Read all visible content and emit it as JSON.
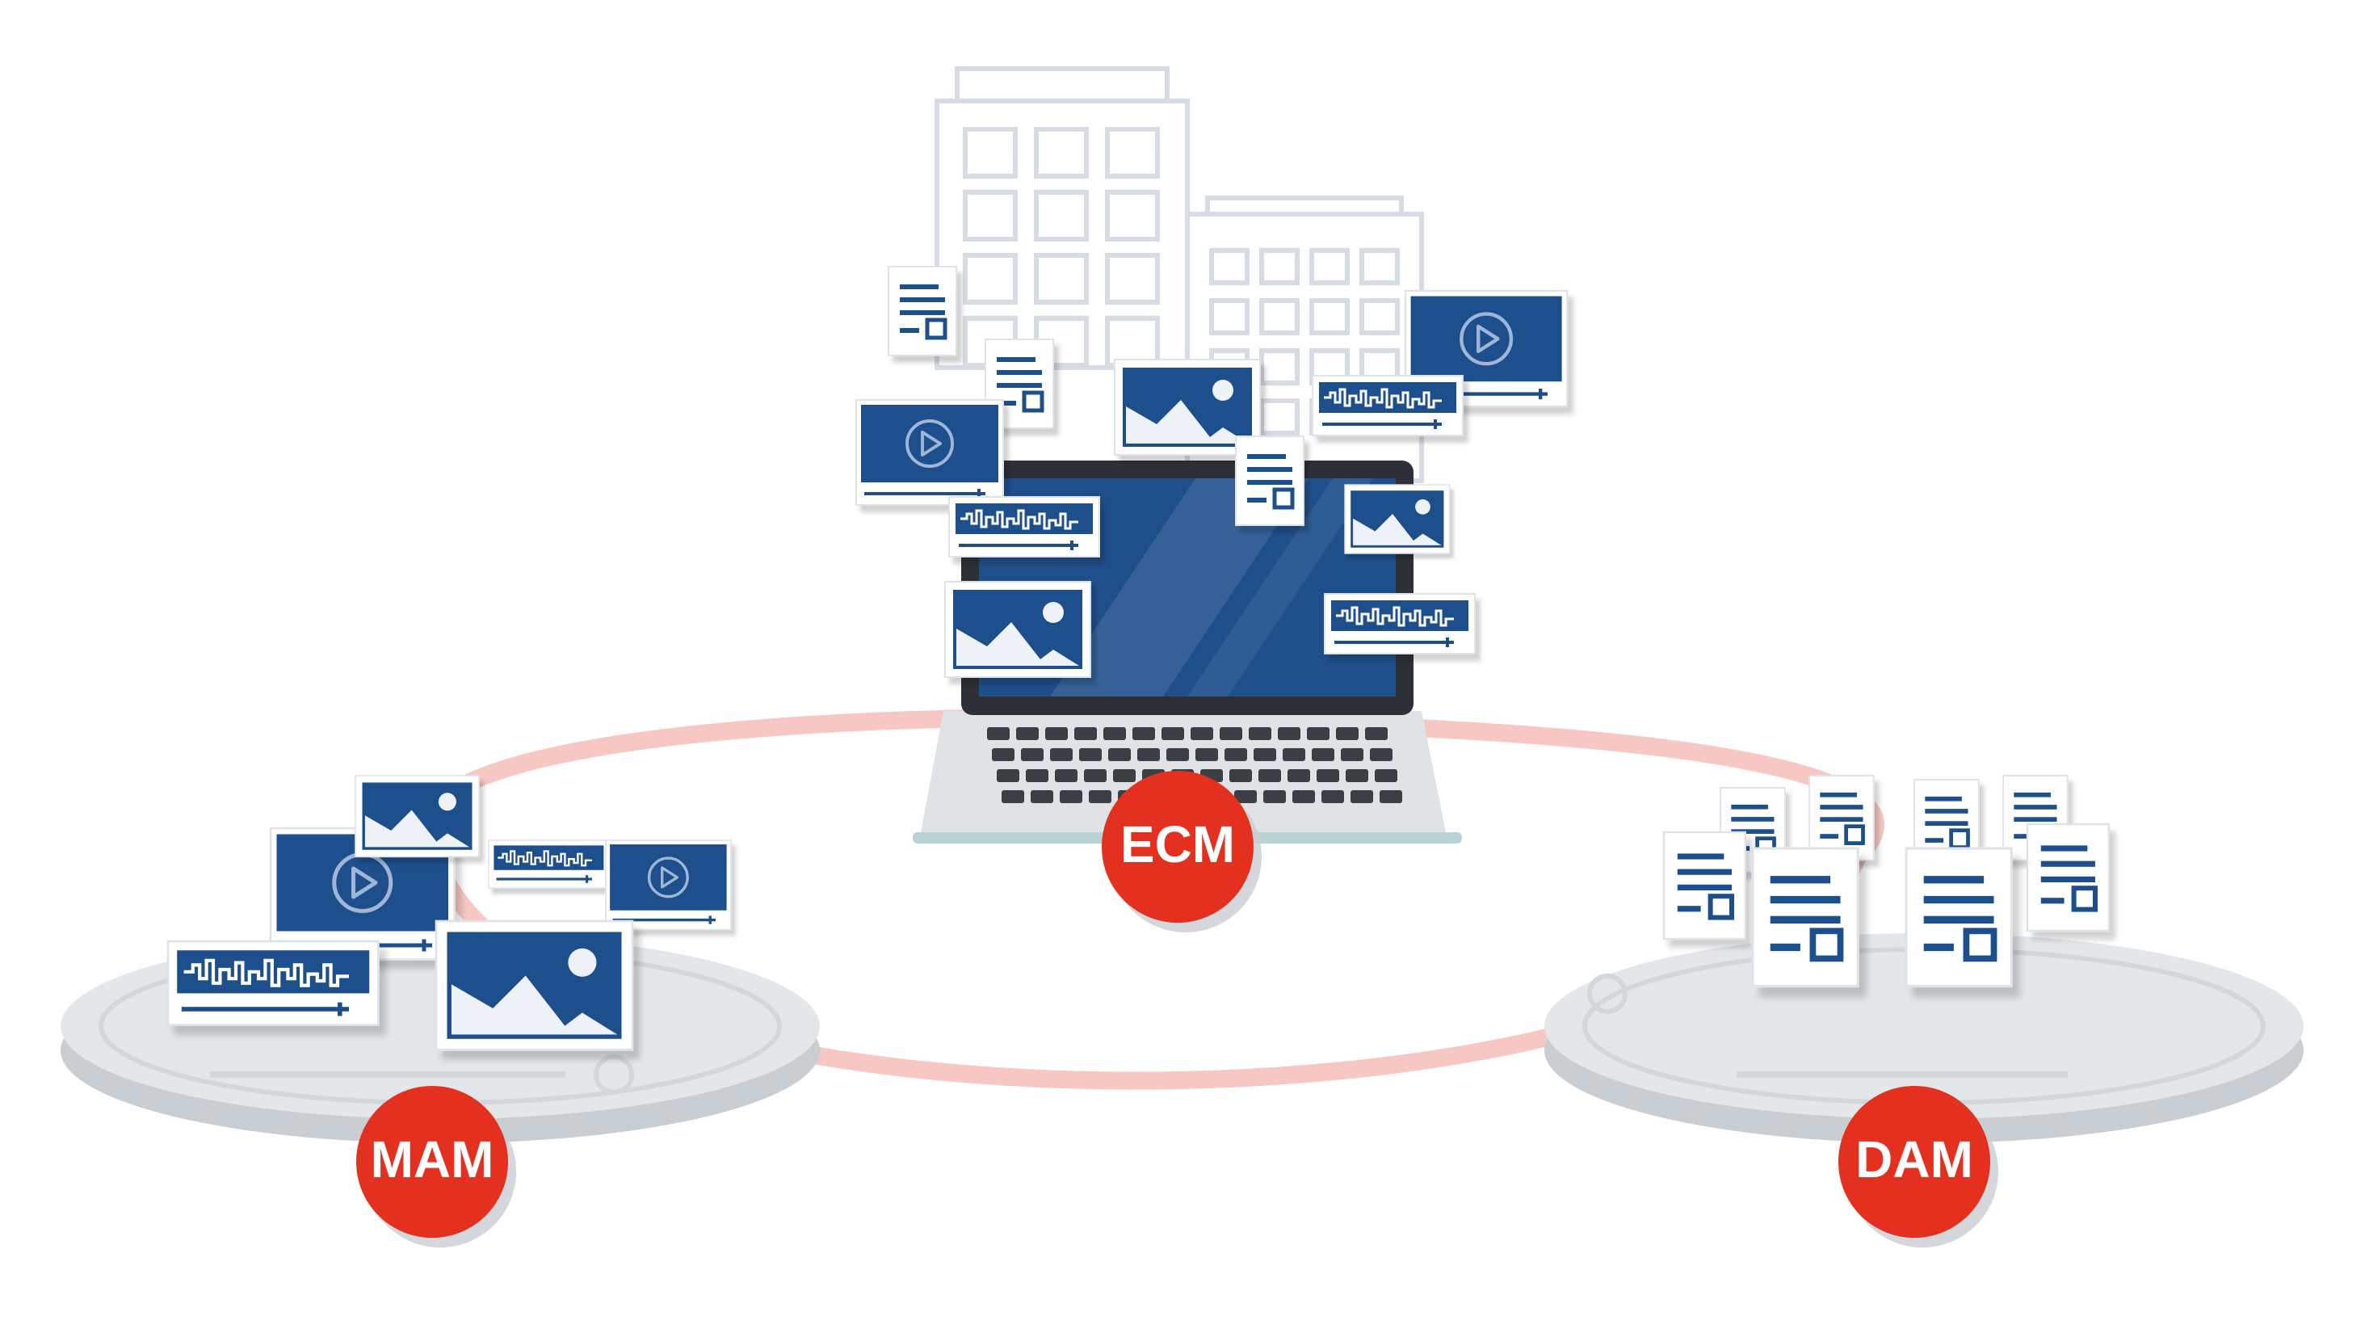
{
  "diagram": {
    "nodes": [
      {
        "id": "ecm",
        "label": "ECM"
      },
      {
        "id": "mam",
        "label": "MAM"
      },
      {
        "id": "dam",
        "label": "DAM"
      }
    ],
    "colors": {
      "accent_red": "#e4301f",
      "asset_blue": "#1f4f8b",
      "platform_gray": "#dfe2e5",
      "ring_pink": "#f7c7c3",
      "building_outline": "#d7dbe3"
    },
    "icons": [
      "video-icon",
      "image-icon",
      "audio-waveform-icon",
      "document-icon",
      "building-icon",
      "laptop-icon"
    ]
  }
}
